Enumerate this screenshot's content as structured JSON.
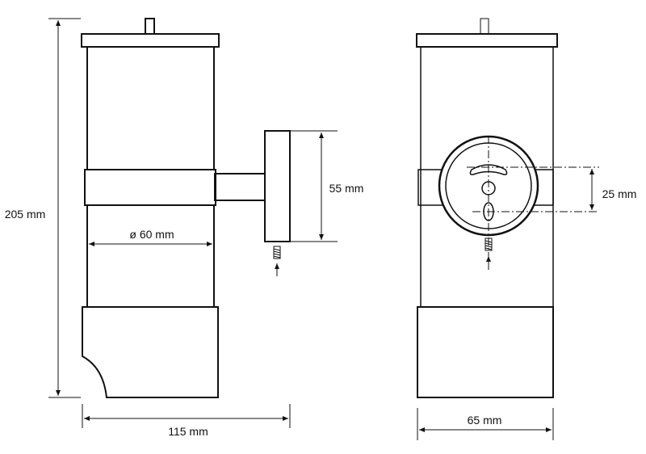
{
  "dimensions": {
    "height": "205 mm",
    "depth": "115 mm",
    "diameter": "ø 60 mm",
    "plate_height": "55 mm",
    "width": "65 mm",
    "hole_spacing": "25 mm"
  }
}
